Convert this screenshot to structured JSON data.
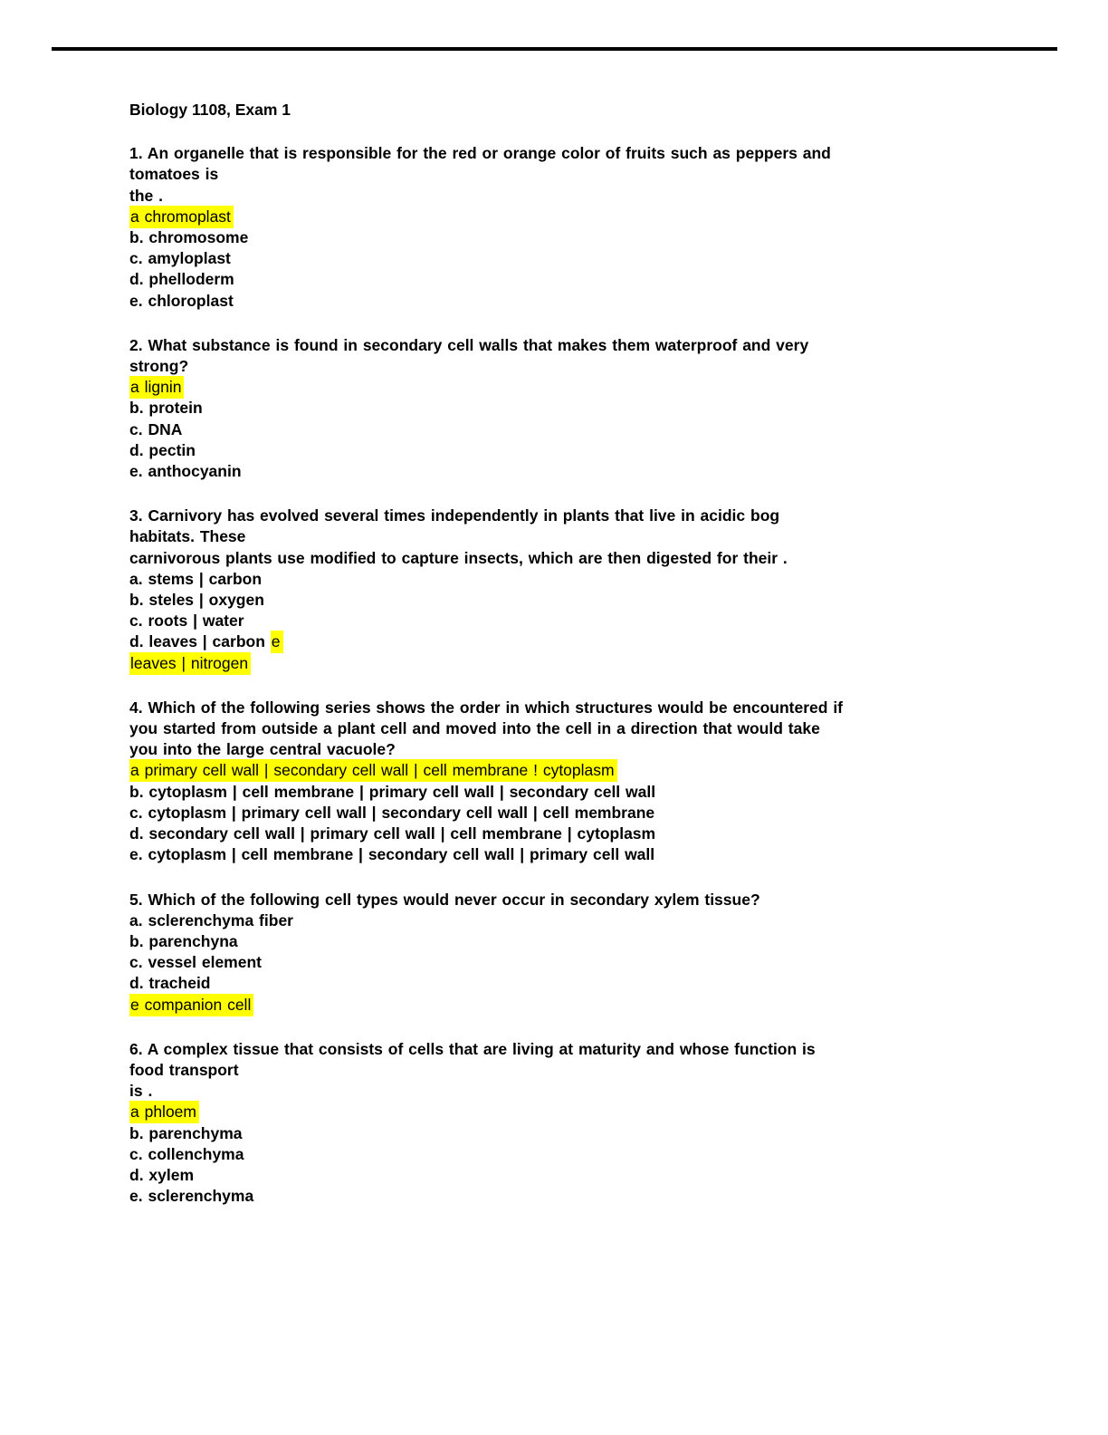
{
  "title": "Biology 1108, Exam 1",
  "highlight_color": "#ffff00",
  "questions": [
    {
      "number": 1,
      "lines": [
        [
          {
            "t": "1. An organelle that is responsible for the red or orange color of fruits such as peppers and",
            "h": false
          }
        ],
        [
          {
            "t": "tomatoes is",
            "h": false
          }
        ],
        [
          {
            "t": "the .",
            "h": false
          }
        ],
        [
          {
            "t": "a chromoplast",
            "h": true
          }
        ],
        [
          {
            "t": "b. chromosome",
            "h": false
          }
        ],
        [
          {
            "t": "c. amyloplast",
            "h": false
          }
        ],
        [
          {
            "t": "d. phelloderm",
            "h": false
          }
        ],
        [
          {
            "t": "e. chloroplast",
            "h": false
          }
        ]
      ]
    },
    {
      "number": 2,
      "lines": [
        [
          {
            "t": "2. What substance is found in secondary cell walls that makes them waterproof and very",
            "h": false
          }
        ],
        [
          {
            "t": "strong?",
            "h": false
          }
        ],
        [
          {
            "t": "a lignin",
            "h": true
          }
        ],
        [
          {
            "t": "b. protein",
            "h": false
          }
        ],
        [
          {
            "t": "c. DNA",
            "h": false
          }
        ],
        [
          {
            "t": "d. pectin",
            "h": false
          }
        ],
        [
          {
            "t": "e. anthocyanin",
            "h": false
          }
        ]
      ]
    },
    {
      "number": 3,
      "lines": [
        [
          {
            "t": "3. Carnivory has evolved several times independently in plants that live in acidic bog",
            "h": false
          }
        ],
        [
          {
            "t": "habitats. These",
            "h": false
          }
        ],
        [
          {
            "t": "carnivorous plants use modified to capture insects, which are then digested for their .",
            "h": false
          }
        ],
        [
          {
            "t": "a. stems | carbon",
            "h": false
          }
        ],
        [
          {
            "t": "b. steles | oxygen",
            "h": false
          }
        ],
        [
          {
            "t": "c. roots | water",
            "h": false
          }
        ],
        [
          {
            "t": "d. leaves | carbon ",
            "h": false
          },
          {
            "t": "e",
            "h": true
          }
        ],
        [
          {
            "t": "leaves | nitrogen",
            "h": true
          }
        ]
      ]
    },
    {
      "number": 4,
      "lines": [
        [
          {
            "t": "4. Which of the following series shows the order in which structures would be encountered if",
            "h": false
          }
        ],
        [
          {
            "t": "you started from outside a plant cell and moved into the cell in a direction that would take",
            "h": false
          }
        ],
        [
          {
            "t": "you into the large central vacuole?",
            "h": false
          }
        ],
        [
          {
            "t": "a primary cell wall | secondary cell wall | cell membrane ! cytoplasm",
            "h": true
          }
        ],
        [
          {
            "t": "b. cytoplasm | cell membrane | primary cell wall | secondary cell wall",
            "h": false
          }
        ],
        [
          {
            "t": "c. cytoplasm | primary cell wall | secondary cell wall | cell membrane",
            "h": false
          }
        ],
        [
          {
            "t": "d. secondary cell wall | primary cell wall | cell membrane | cytoplasm",
            "h": false
          }
        ],
        [
          {
            "t": "e. cytoplasm | cell membrane | secondary cell wall | primary cell wall",
            "h": false
          }
        ]
      ]
    },
    {
      "number": 5,
      "lines": [
        [
          {
            "t": "5. Which of the following cell types would never occur in secondary xylem tissue?",
            "h": false
          }
        ],
        [
          {
            "t": "a. sclerenchyma fiber",
            "h": false
          }
        ],
        [
          {
            "t": "b. parenchyna",
            "h": false
          }
        ],
        [
          {
            "t": "c. vessel element",
            "h": false
          }
        ],
        [
          {
            "t": "d. tracheid",
            "h": false
          }
        ],
        [
          {
            "t": "e companion cell",
            "h": true
          }
        ]
      ]
    },
    {
      "number": 6,
      "lines": [
        [
          {
            "t": "6. A complex tissue that consists of cells that are living at maturity and whose function is",
            "h": false
          }
        ],
        [
          {
            "t": "food transport",
            "h": false
          }
        ],
        [
          {
            "t": "is .",
            "h": false
          }
        ],
        [
          {
            "t": "a phloem",
            "h": true
          }
        ],
        [
          {
            "t": "b. parenchyma",
            "h": false
          }
        ],
        [
          {
            "t": "c. collenchyma",
            "h": false
          }
        ],
        [
          {
            "t": "d. xylem",
            "h": false
          }
        ],
        [
          {
            "t": "e. sclerenchyma",
            "h": false
          }
        ]
      ]
    }
  ]
}
